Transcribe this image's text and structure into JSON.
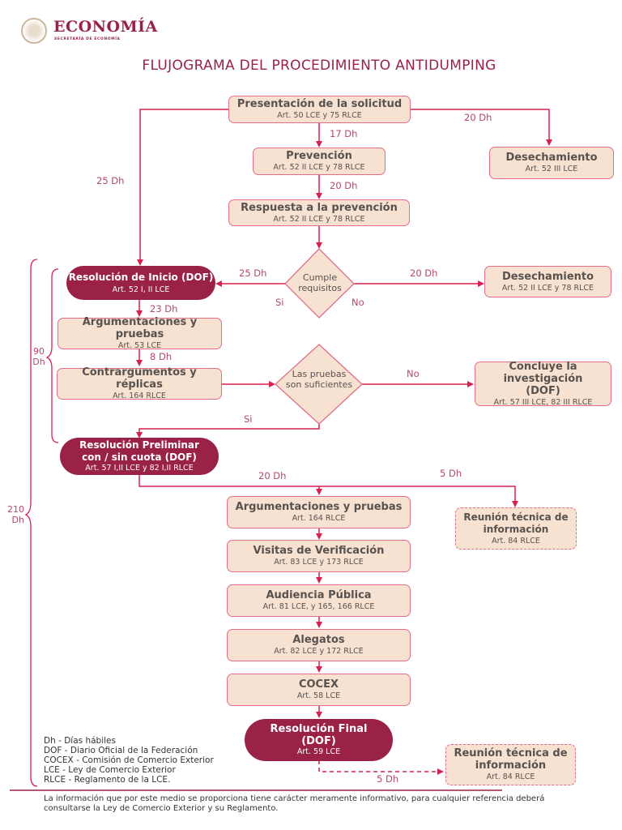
{
  "header": {
    "logo_title": "ECONOMÍA",
    "logo_subtitle": "SECRETARÍA DE ECONOMÍA",
    "logo_icon": "coat-of-arms-icon",
    "page_title": "FLUJOGRAMA DEL PROCEDIMIENTO ANTIDUMPING"
  },
  "colors": {
    "brand": "#9b2247",
    "line": "#d8204f",
    "box_fill": "#f7e1d1",
    "box_border": "#e06e8a",
    "label_text": "#b04a6c",
    "body_text": "#58524f"
  },
  "nodes": {
    "presentacion": {
      "title": "Presentación de la solicitud",
      "ref": "Art. 50 LCE y 75 RLCE"
    },
    "prevencion": {
      "title": "Prevención",
      "ref": "Art. 52 II LCE y 78 RLCE"
    },
    "respuesta": {
      "title": "Respuesta a la prevención",
      "ref": "Art. 52 II LCE y 78 RLCE"
    },
    "desechamiento_1": {
      "title": "Desechamiento",
      "ref": "Art. 52 III LCE"
    },
    "cumple": {
      "text": "Cumple requisitos"
    },
    "desechamiento_2": {
      "title": "Desechamiento",
      "ref": "Art. 52 II LCE y 78 RLCE"
    },
    "resolucion_inicio": {
      "title": "Resolución de Inicio (DOF)",
      "ref": "Art. 52 I, II LCE"
    },
    "argumentaciones_1": {
      "title": "Argumentaciones y pruebas",
      "ref": "Art. 53 LCE"
    },
    "contrargumentos": {
      "title": "Contrargumentos y réplicas",
      "ref": "Art. 164 RLCE"
    },
    "pruebas_suficientes": {
      "text": "Las pruebas son suficientes"
    },
    "concluye": {
      "title": "Concluye la investigación (DOF)",
      "ref": "Art. 57 III LCE, 82 III RLCE"
    },
    "resolucion_preliminar": {
      "title": "Resolución Preliminar con / sin cuota (DOF)",
      "ref": "Art. 57 I,II LCE y 82 I,II RLCE"
    },
    "argumentaciones_2": {
      "title": "Argumentaciones y pruebas",
      "ref": "Art. 164 RLCE"
    },
    "reunion_1": {
      "title": "Reunión técnica de información",
      "ref": "Art. 84 RLCE"
    },
    "visitas": {
      "title": "Visitas de Verificación",
      "ref": "Art. 83 LCE y 173 RLCE"
    },
    "audiencia": {
      "title": "Audiencia Pública",
      "ref": "Art. 81 LCE, y  165, 166 RLCE"
    },
    "alegatos": {
      "title": "Alegatos",
      "ref": "Art. 82 LCE y 172 RLCE"
    },
    "cocex": {
      "title": "COCEX",
      "ref": "Art. 58 LCE"
    },
    "resolucion_final": {
      "title": "Resolución Final (DOF)",
      "ref": "Art. 59 LCE"
    },
    "reunion_2": {
      "title": "Reunión técnica de información",
      "ref": "Art. 84 RLCE"
    }
  },
  "edge_labels": {
    "presentacion_prevencion": "17 Dh",
    "prevencion_respuesta": "20 Dh",
    "presentacion_desechamiento": "20 Dh",
    "presentacion_inicio": "25 Dh",
    "cumple_inicio": "25 Dh",
    "cumple_si": "Si",
    "cumple_no": "No",
    "cumple_desechamiento": "20 Dh",
    "inicio_argumentaciones": "23 Dh",
    "argumentaciones_contrargumentos": "8 Dh",
    "pruebas_no": "No",
    "pruebas_si": "Si",
    "preliminar_argumentaciones": "20 Dh",
    "preliminar_reunion": "5 Dh",
    "final_reunion": "5 Dh"
  },
  "brackets": {
    "inner": "90 Dh",
    "outer": "210 Dh"
  },
  "legend": [
    "Dh - Días hábiles",
    "DOF - Diario Oficial de la Federación",
    "COCEX - Comisión de Comercio Exterior",
    "LCE - Ley de Comercio Exterior",
    "RLCE - Reglamento de la LCE."
  ],
  "disclaimer": "La información que por este medio se proporciona tiene carácter meramente informativo, para cualquier referencia deberá consultarse la Ley de Comercio Exterior y su Reglamento."
}
